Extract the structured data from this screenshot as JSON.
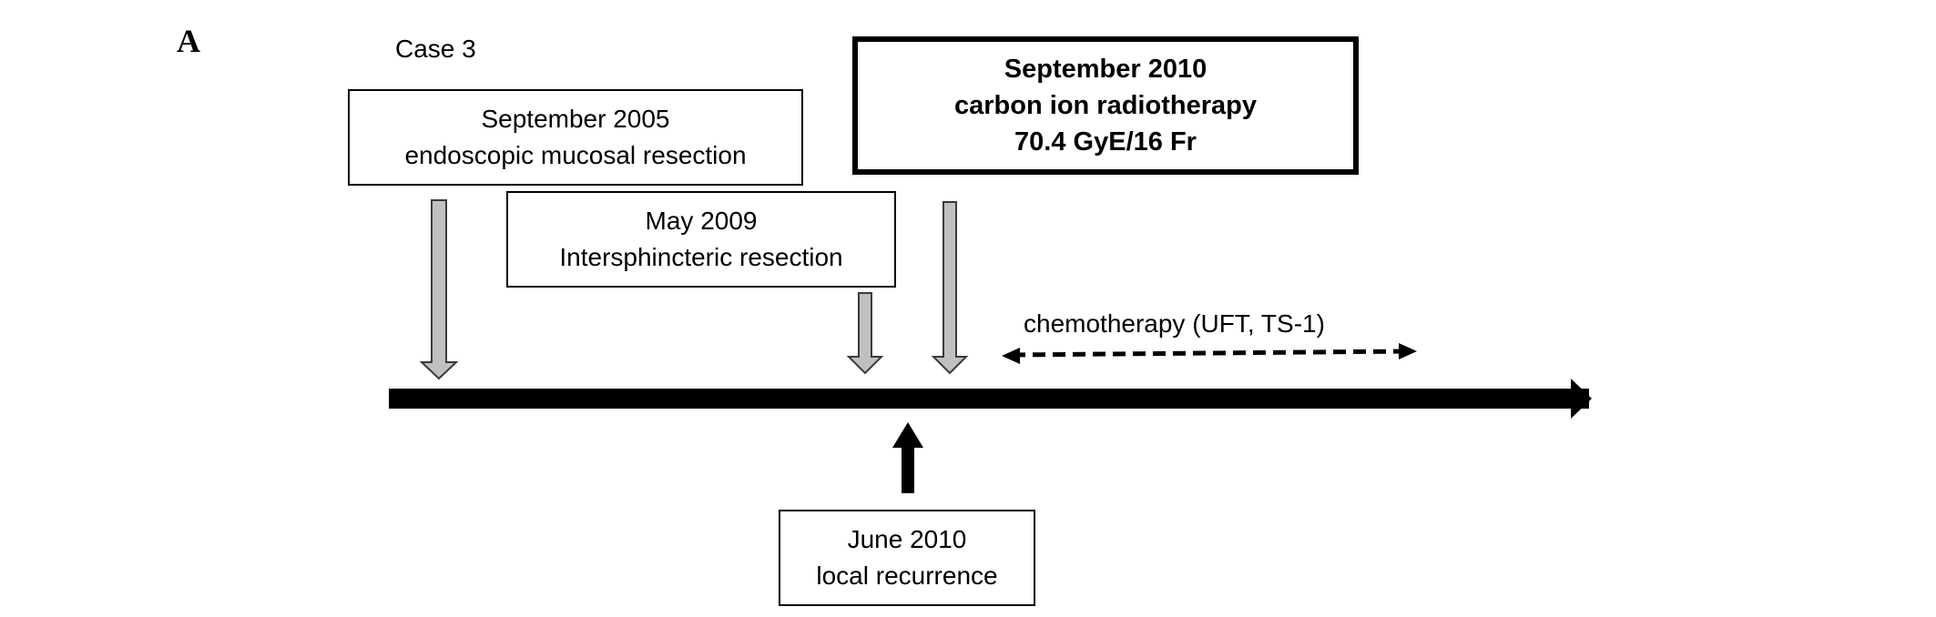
{
  "panel_letter": "A",
  "case_label": "Case 3",
  "events": {
    "resection_2005": {
      "date": "September 2005",
      "label": "endoscopic mucosal resection"
    },
    "resection_2009": {
      "date": "May 2009",
      "label": "Intersphincteric resection"
    },
    "radiotherapy_2010": {
      "date": "September 2010",
      "label": "carbon ion radiotherapy",
      "dose": "70.4 GyE/16 Fr"
    },
    "recurrence_2010": {
      "date": "June 2010",
      "label": "local recurrence"
    }
  },
  "chemotherapy": {
    "label": "chemotherapy (UFT, TS-1)"
  },
  "colors": {
    "timeline": "#000000",
    "event_arrow_fill": "#c0c0c0",
    "event_arrow_stroke": "#3a3a3a"
  }
}
